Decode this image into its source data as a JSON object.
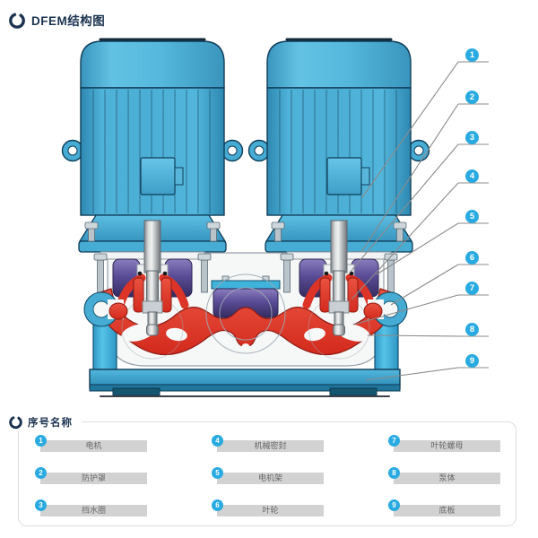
{
  "header": {
    "title": "DFEM结构图"
  },
  "colors": {
    "accent_cyan": "#29ABE2",
    "motor_blue": "#45ABD3",
    "bracket_purple": "#5A4C96",
    "volute_red": "#E23A2D",
    "base_blue": "#3FA9D2",
    "navy_text": "#1C3450",
    "leader_gray": "#8B8B8B",
    "legend_bar_gray": "#D2D2D2"
  },
  "callouts": [
    "1",
    "2",
    "3",
    "4",
    "5",
    "6",
    "7",
    "8",
    "9"
  ],
  "legend": {
    "title": "序号名称",
    "items": [
      {
        "num": "1",
        "name": "电机"
      },
      {
        "num": "2",
        "name": "防护罩"
      },
      {
        "num": "3",
        "name": "挡水圈"
      },
      {
        "num": "4",
        "name": "机械密封"
      },
      {
        "num": "5",
        "name": "电机架"
      },
      {
        "num": "6",
        "name": "叶轮"
      },
      {
        "num": "7",
        "name": "叶轮螺母"
      },
      {
        "num": "8",
        "name": "泵体"
      },
      {
        "num": "9",
        "name": "底板"
      }
    ]
  }
}
